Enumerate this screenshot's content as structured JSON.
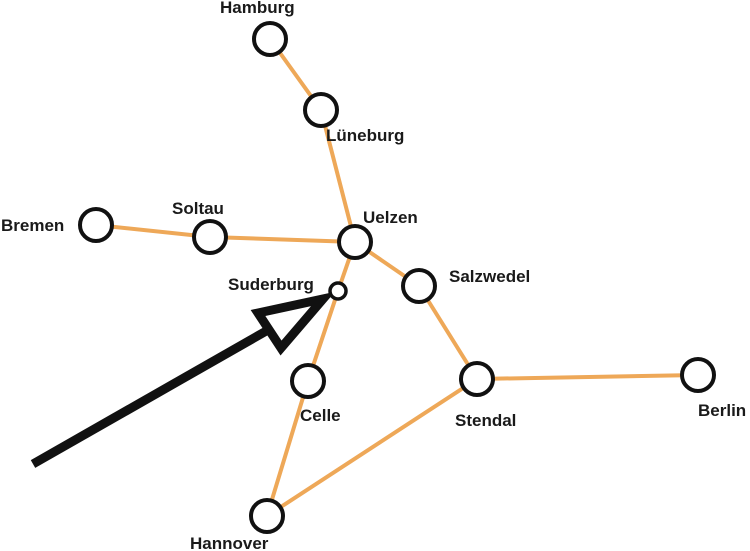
{
  "map": {
    "colors": {
      "route": "#eea858",
      "station_outline": "#111111",
      "pointer": "#111111",
      "background": "#ffffff"
    },
    "cities": {
      "hamburg": "Hamburg",
      "lueneburg": "Lüneburg",
      "bremen": "Bremen",
      "soltau": "Soltau",
      "uelzen": "Uelzen",
      "suderburg": "Suderburg",
      "salzwedel": "Salzwedel",
      "celle": "Celle",
      "stendal": "Stendal",
      "berlin": "Berlin",
      "hannover": "Hannover"
    },
    "routes": [
      [
        "hamburg",
        "lueneburg"
      ],
      [
        "lueneburg",
        "uelzen"
      ],
      [
        "bremen",
        "soltau"
      ],
      [
        "soltau",
        "uelzen"
      ],
      [
        "uelzen",
        "suderburg"
      ],
      [
        "suderburg",
        "celle"
      ],
      [
        "celle",
        "hannover"
      ],
      [
        "uelzen",
        "salzwedel"
      ],
      [
        "salzwedel",
        "stendal"
      ],
      [
        "stendal",
        "berlin"
      ],
      [
        "stendal",
        "hannover"
      ]
    ],
    "highlighted_station": "suderburg",
    "pointer_icon": "arrow-pointer-icon"
  }
}
